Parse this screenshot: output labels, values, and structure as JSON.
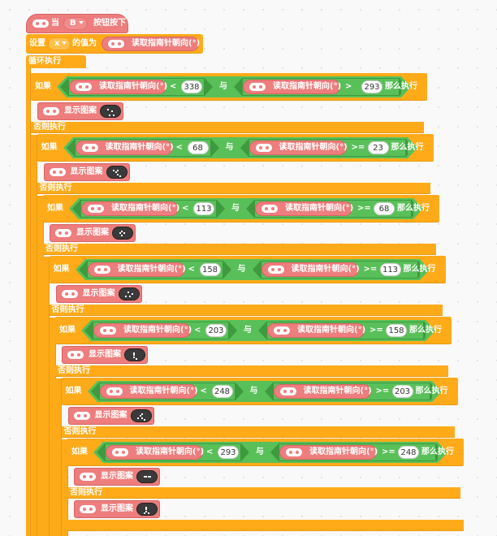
{
  "labels": {
    "when": "当",
    "button_pressed": "按钮按下",
    "set": "设置",
    "value_of": "的值为",
    "loop": "循环执行",
    "if": "如果",
    "and": "与",
    "then": "那么执行",
    "else": "否则执行",
    "read_heading": "读取指南针朝向(°)",
    "show_pattern": "显示图案"
  },
  "hat": {
    "button": "B"
  },
  "variable": "x",
  "conditions": [
    {
      "left": {
        "op": "<",
        "value": "338"
      },
      "right": {
        "op": ">",
        "value": "293"
      }
    },
    {
      "left": {
        "op": "<",
        "value": "68"
      },
      "right": {
        "op": ">=",
        "value": "23"
      }
    },
    {
      "left": {
        "op": "<",
        "value": "113"
      },
      "right": {
        "op": ">=",
        "value": "68"
      }
    },
    {
      "left": {
        "op": "<",
        "value": "158"
      },
      "right": {
        "op": ">=",
        "value": "113"
      }
    },
    {
      "left": {
        "op": "<",
        "value": "203"
      },
      "right": {
        "op": ">=",
        "value": "158"
      }
    },
    {
      "left": {
        "op": "<",
        "value": "248"
      },
      "right": {
        "op": ">=",
        "value": "203"
      }
    },
    {
      "left": {
        "op": "<",
        "value": "293"
      },
      "right": {
        "op": ">=",
        "value": "248"
      }
    }
  ],
  "colors": {
    "control": "#ffab19",
    "operator": "#59c059",
    "sensor": "#ee7d7d",
    "value_field": "#ffffff"
  }
}
